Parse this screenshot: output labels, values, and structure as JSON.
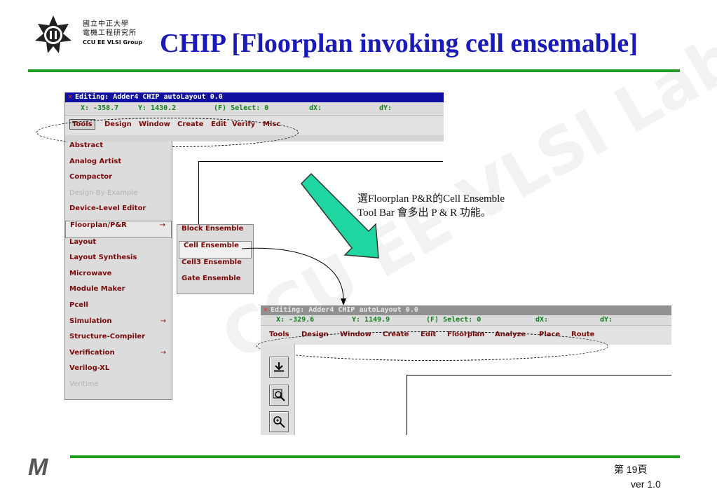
{
  "slide": {
    "title": "CHIP [Floorplan invoking cell ensemable]",
    "org_lines": [
      "國立中正大學",
      "電機工程研究所",
      "CCU EE VLSI Group"
    ],
    "watermark": "CCU EE VLSI Lab",
    "page_label": "第 19頁",
    "version": "ver 1.0",
    "footer_logo": "M",
    "accent_green": "#1e9a1e",
    "title_blue": "#1a1ab8"
  },
  "window1": {
    "title": "Editing: Adder4 CHIP autoLayout 0.0",
    "status": {
      "x": "X: -358.7",
      "y": "Y: 1430.2",
      "select": "(F) Select: 0",
      "dx": "dX:",
      "dy": "dY:"
    },
    "menu": [
      "Tools",
      "Design",
      "Window",
      "Create",
      "Edit",
      "Verify",
      "Misc"
    ],
    "active_menu": "Tools"
  },
  "tools_menu": [
    {
      "label": "Abstract",
      "enabled": true
    },
    {
      "label": "Analog Artist",
      "enabled": true
    },
    {
      "label": "Compactor",
      "enabled": true
    },
    {
      "label": "Design-By-Example",
      "enabled": false
    },
    {
      "label": "Device-Level Editor",
      "enabled": true
    },
    {
      "label": "Floorplan/P&R",
      "enabled": true,
      "submenu": true,
      "highlighted": true
    },
    {
      "label": "Layout",
      "enabled": true
    },
    {
      "label": "Layout Synthesis",
      "enabled": true
    },
    {
      "label": "Microwave",
      "enabled": true
    },
    {
      "label": "Module Maker",
      "enabled": true
    },
    {
      "label": "Pcell",
      "enabled": true
    },
    {
      "label": "Simulation",
      "enabled": true,
      "submenu": true
    },
    {
      "label": "Structure-Compiler",
      "enabled": true
    },
    {
      "label": "Verification",
      "enabled": true,
      "submenu": true
    },
    {
      "label": "Verilog-XL",
      "enabled": true
    },
    {
      "label": "Veritime",
      "enabled": false
    }
  ],
  "submenu_arrow": "→",
  "floorplan_submenu": [
    {
      "label": "Block Ensemble"
    },
    {
      "label": "Cell Ensemble",
      "highlighted": true
    },
    {
      "label": "Cell3 Ensemble"
    },
    {
      "label": "Gate Ensemble"
    }
  ],
  "annotation": {
    "line1": "選Floorplan P&R的Cell Ensemble",
    "line2": "Tool Bar 會多出 P & R 功能。"
  },
  "window2": {
    "title": "Editing: Adder4 CHIP autoLayout 0.0",
    "status": {
      "x": "X: -329.6",
      "y": "Y: 1149.9",
      "select": "(F) Select: 0",
      "dx": "dX:",
      "dy": "dY:"
    },
    "menu": [
      "Tools",
      "Design",
      "Window",
      "Create",
      "Edit",
      "Floorplan",
      "Analyze",
      "Place",
      "Route"
    ],
    "toolbar_icons": [
      "save-icon",
      "zoom-fit-icon",
      "zoom-in-icon"
    ]
  }
}
